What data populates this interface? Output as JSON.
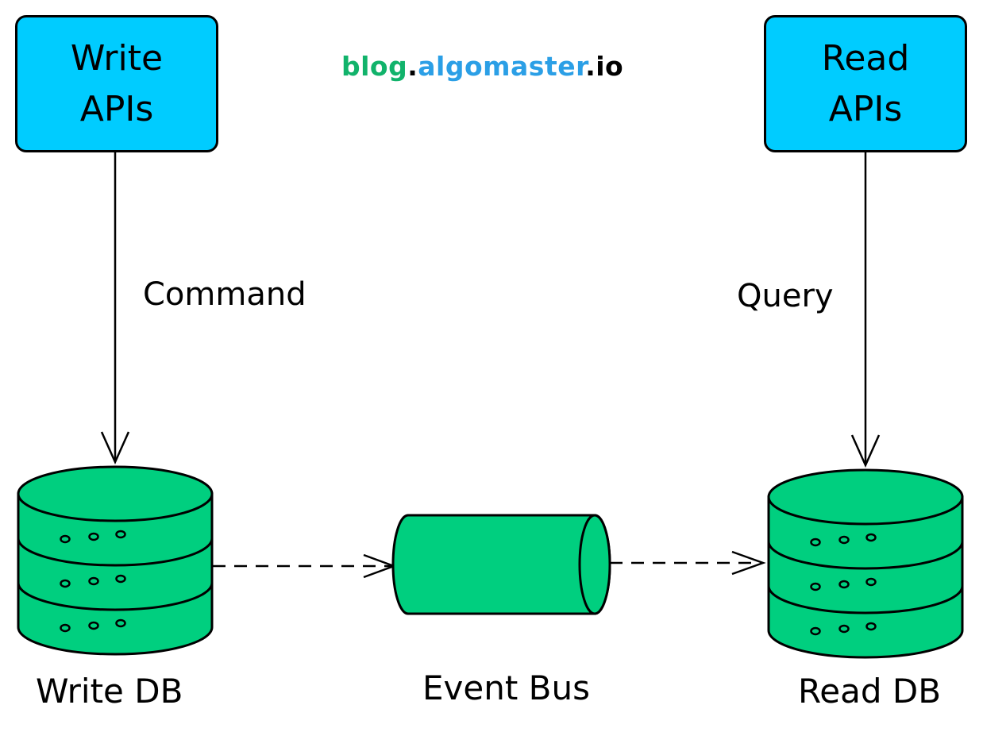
{
  "title": "",
  "nodes": {
    "write_api": {
      "lines": [
        "Write",
        "APIs"
      ],
      "fill": "#00ccff"
    },
    "read_api": {
      "lines": [
        "Read",
        "APIs"
      ],
      "fill": "#00ccff"
    },
    "write_db": {
      "label": "Write DB",
      "fill": "#00cf7f"
    },
    "event_bus": {
      "label": "Event Bus",
      "fill": "#00cf7f"
    },
    "read_db": {
      "label": "Read DB",
      "fill": "#00cf7f"
    }
  },
  "edges": [
    {
      "from": "write_api",
      "to": "write_db",
      "label": "Command",
      "style": "solid"
    },
    {
      "from": "read_api",
      "to": "read_db",
      "label": "Query",
      "style": "solid"
    },
    {
      "from": "write_db",
      "to": "event_bus",
      "label": "",
      "style": "dashed"
    },
    {
      "from": "event_bus",
      "to": "read_db",
      "label": "",
      "style": "dashed"
    }
  ],
  "watermark": {
    "part1": "blog",
    "part2": ".",
    "part3": "algomaster",
    "part4": ".io",
    "color1": "#11b36b",
    "color2": "#000000",
    "color3": "#2b9fe6",
    "color4": "#000000"
  }
}
